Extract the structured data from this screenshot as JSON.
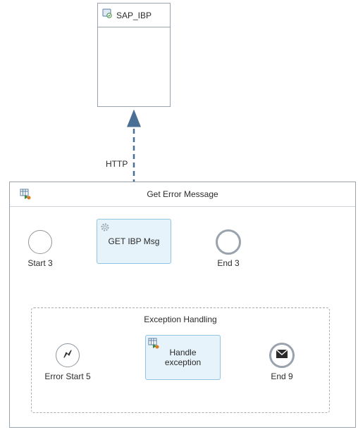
{
  "receiver": {
    "name": "SAP_IBP",
    "icon": "receiver-system-icon"
  },
  "message_flow": {
    "label": "HTTP"
  },
  "integration_process": {
    "title": "Get Error Message",
    "icon": "integration-process-icon",
    "start_event": {
      "label": "Start 3"
    },
    "task": {
      "label": "GET IBP Msg",
      "icon": "gear-icon"
    },
    "end_event": {
      "label": "End 3"
    }
  },
  "exception_subprocess": {
    "title": "Exception Handling",
    "error_start": {
      "label": "Error Start 5",
      "icon": "lightning-icon"
    },
    "task": {
      "label": "Handle exception",
      "icon": "process-call-icon"
    },
    "end_event": {
      "label": "End 9",
      "icon": "envelope-icon"
    }
  },
  "colors": {
    "flow": "#4a6f94",
    "task_fill": "#e6f3fb",
    "task_border": "#8fc6e4",
    "border": "#9aa3ad"
  }
}
